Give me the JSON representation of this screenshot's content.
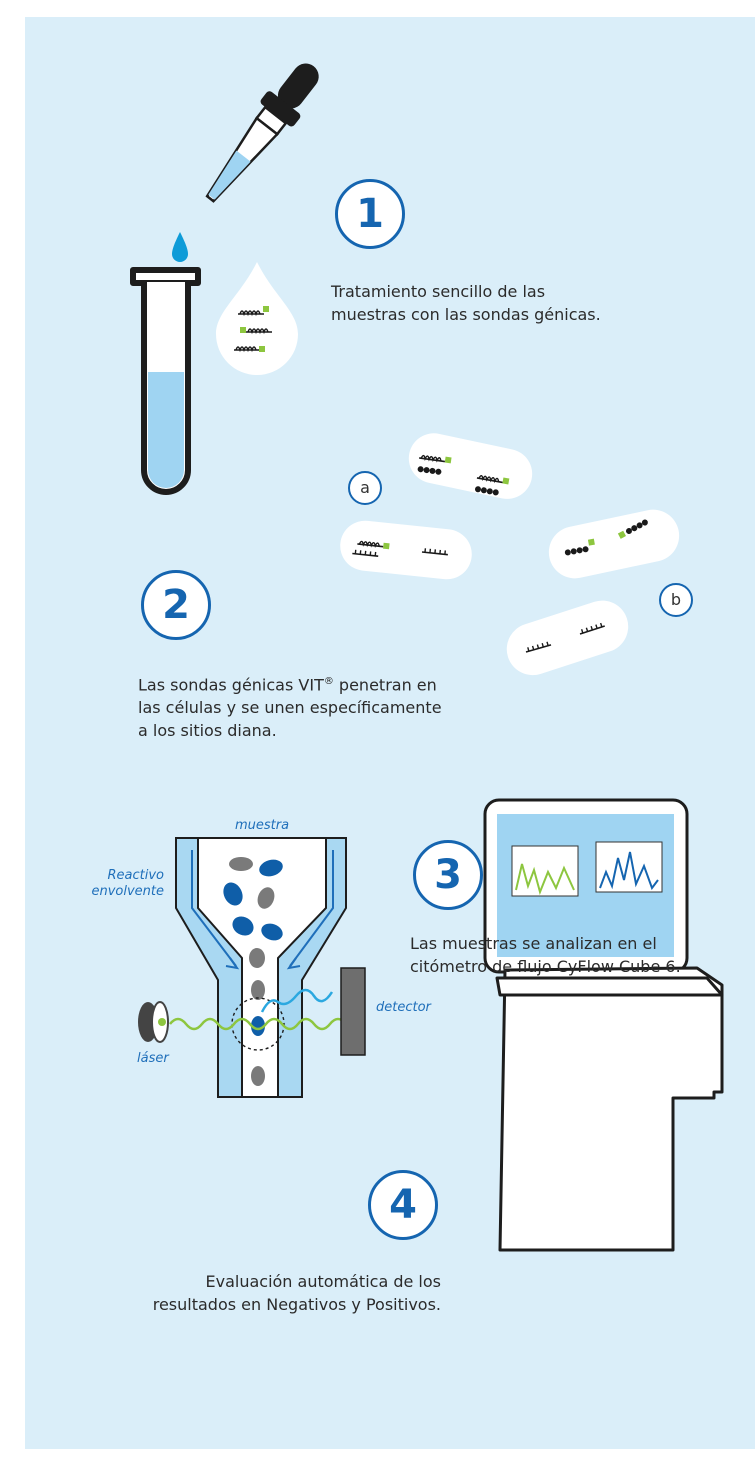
{
  "colors": {
    "background": "#daeef9",
    "accent_blue": "#1565b0",
    "light_blue": "#a9d8f2",
    "liquid": "#9fd4f2",
    "green": "#8dc63f",
    "cell_dark": "#0f5ea8",
    "cell_grey": "#7a7a7a",
    "text": "#2b2b2b"
  },
  "step1": {
    "number": "1",
    "text_lines": [
      "Tratamiento sencillo de las",
      "muestras con las sondas génicas."
    ]
  },
  "step2": {
    "number": "2",
    "text_line1_pre": "Las sondas génicas VIT",
    "text_line1_sup": "®",
    "text_line1_post": " penetran en",
    "text_line2": "las células y se unen específicamente",
    "text_line3": "a los sitios diana.",
    "label_a": "a",
    "label_b": "b"
  },
  "step3": {
    "number": "3",
    "text_lines": [
      "Las muestras se analizan en el",
      "citómetro de flujo CyFlow Cube 6."
    ],
    "labels": {
      "sample": "muestra",
      "sheath_line1": "Reactivo",
      "sheath_line2": "envolvente",
      "detector": "detector",
      "laser": "láser"
    }
  },
  "step4": {
    "number": "4",
    "text_lines": [
      "Evaluación automática de los",
      "resultados en Negativos y Positivos."
    ]
  },
  "icons": {
    "pipette": "pipette-icon",
    "test_tube": "test-tube-icon",
    "drop": "drop-icon",
    "flow_cell": "flow-cell-icon",
    "instrument": "cyflow-instrument-icon"
  }
}
